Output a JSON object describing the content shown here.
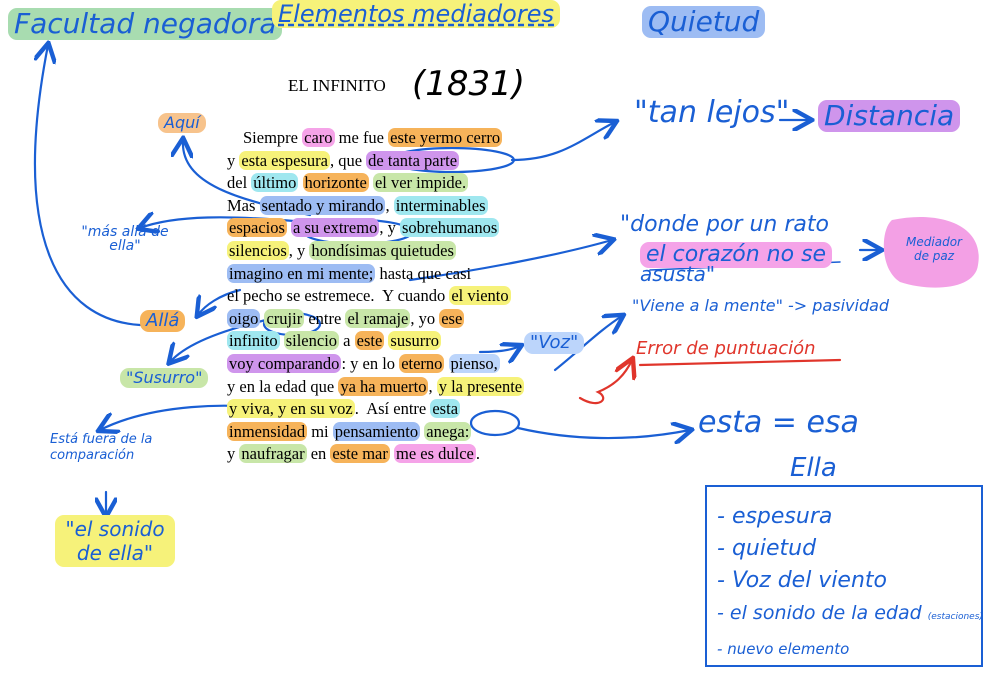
{
  "notes": {
    "facultad": "Facultad negadora",
    "elementos": "Elementos mediadores",
    "quietud": "Quietud",
    "aqui": "Aquí",
    "alla": "Allá",
    "mas_alla": "\"más allá de ella\"",
    "susurro": "\"Susurro\"",
    "voz": "\"Voz\"",
    "tan_lejos": "\"tan lejos\"",
    "distancia": "Distancia",
    "donde_line1": "\"donde por un rato",
    "donde_line2": "el corazón no se",
    "donde_line3": "asusta\"",
    "mediador": "Mediador de paz",
    "viene": "\"Viene a la mente\" -> pasividad",
    "error": "Error de puntuación",
    "esta_esa": "esta = esa",
    "ella": "Ella",
    "fuera": "Está fuera de la comparación",
    "sonido": "\"el sonido de ella\""
  },
  "poem": {
    "title": "EL INFINITO",
    "year": "(1831)"
  },
  "ella_list": {
    "items": [
      "espesura",
      "quietud",
      "Voz del viento",
      "el sonido de la edad",
      "nuevo elemento"
    ],
    "sub_note": "(estaciones)"
  },
  "colors": {
    "pen_blue": "#1a5fd4",
    "pen_red": "#e0352b",
    "yellow": "#f6f27a",
    "green": "#a8dcb0",
    "pink": "#f5a3e8",
    "orange": "#f6b35a",
    "cyan": "#9fe7ef",
    "blue": "#9dbcf3"
  }
}
